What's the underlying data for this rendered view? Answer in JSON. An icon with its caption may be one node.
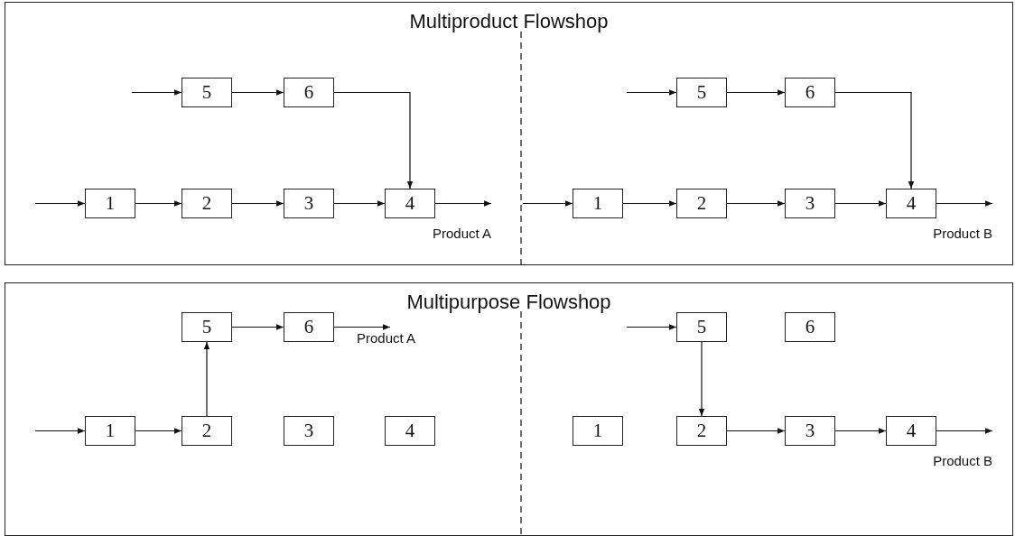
{
  "diagram": {
    "nodes": [
      {
        "text": [
          "Multiproduct Flowshop"
        ]
      },
      {
        "text": [
          "5"
        ],
        "in": 0
      },
      {
        "text": [
          "6"
        ],
        "in": 0
      },
      {
        "text": [
          "5"
        ],
        "in": 0
      },
      {
        "text": [
          "6"
        ],
        "in": 0
      },
      {
        "text": [
          "1"
        ],
        "in": 0
      },
      {
        "text": [
          "2"
        ],
        "in": 0
      },
      {
        "text": [
          "3"
        ],
        "in": 0
      },
      {
        "text": [
          "4"
        ],
        "in": 0
      },
      {
        "text": [
          "1"
        ],
        "in": 0
      },
      {
        "text": [
          "2"
        ],
        "in": 0
      },
      {
        "text": [
          "3"
        ],
        "in": 0
      },
      {
        "text": [
          "4"
        ],
        "in": 0
      },
      {
        "text": [
          "Multipurpose Flowshop"
        ]
      },
      {
        "text": [
          "5"
        ],
        "in": 13
      },
      {
        "text": [
          "6"
        ],
        "in": 13
      },
      {
        "text": [
          "5"
        ],
        "in": 13
      },
      {
        "text": [
          "6"
        ],
        "in": 13
      },
      {
        "text": [
          "1"
        ],
        "in": 13
      },
      {
        "text": [
          "2"
        ],
        "in": 13
      },
      {
        "text": [
          "3"
        ],
        "in": 13
      },
      {
        "text": [
          "4"
        ],
        "in": 13
      },
      {
        "text": [
          "1"
        ],
        "in": 13
      },
      {
        "text": [
          "2"
        ],
        "in": 13
      },
      {
        "text": [
          "3"
        ],
        "in": 13
      },
      {
        "text": [
          "4"
        ],
        "in": 13
      }
    ],
    "edges": [
      {
        "from": null,
        "to": 1,
        "arrow": "to"
      },
      {
        "from": 1,
        "to": 2,
        "arrow": "to"
      },
      {
        "from": 2,
        "to": 8,
        "arrow": "to"
      },
      {
        "from": null,
        "to": 5,
        "arrow": "to"
      },
      {
        "from": 5,
        "to": 6,
        "arrow": "to"
      },
      {
        "from": 6,
        "to": 7,
        "arrow": "to"
      },
      {
        "from": 7,
        "to": 8,
        "arrow": "to"
      },
      {
        "from": 8,
        "to": null,
        "arrow": "to",
        "label": "Product A"
      },
      {
        "from": null,
        "to": 3,
        "arrow": "to"
      },
      {
        "from": 3,
        "to": 4,
        "arrow": "to"
      },
      {
        "from": 4,
        "to": 12,
        "arrow": "to"
      },
      {
        "from": null,
        "to": 9,
        "arrow": "to"
      },
      {
        "from": 9,
        "to": 10,
        "arrow": "to"
      },
      {
        "from": 10,
        "to": 11,
        "arrow": "to"
      },
      {
        "from": 11,
        "to": 12,
        "arrow": "to"
      },
      {
        "from": 12,
        "to": null,
        "arrow": "to",
        "label": "Product B"
      },
      {
        "from": null,
        "to": 18,
        "arrow": "to"
      },
      {
        "from": 18,
        "to": 19,
        "arrow": "to"
      },
      {
        "from": 19,
        "to": 14,
        "arrow": "to"
      },
      {
        "from": 14,
        "to": 15,
        "arrow": "to"
      },
      {
        "from": 15,
        "to": null,
        "arrow": "to",
        "label": "Product A"
      },
      {
        "from": null,
        "to": 16,
        "arrow": "to"
      },
      {
        "from": 16,
        "to": 23,
        "arrow": "to"
      },
      {
        "from": 23,
        "to": 24,
        "arrow": "to"
      },
      {
        "from": 24,
        "to": 25,
        "arrow": "to"
      },
      {
        "from": 25,
        "to": null,
        "arrow": "to",
        "label": "Product B"
      }
    ]
  }
}
